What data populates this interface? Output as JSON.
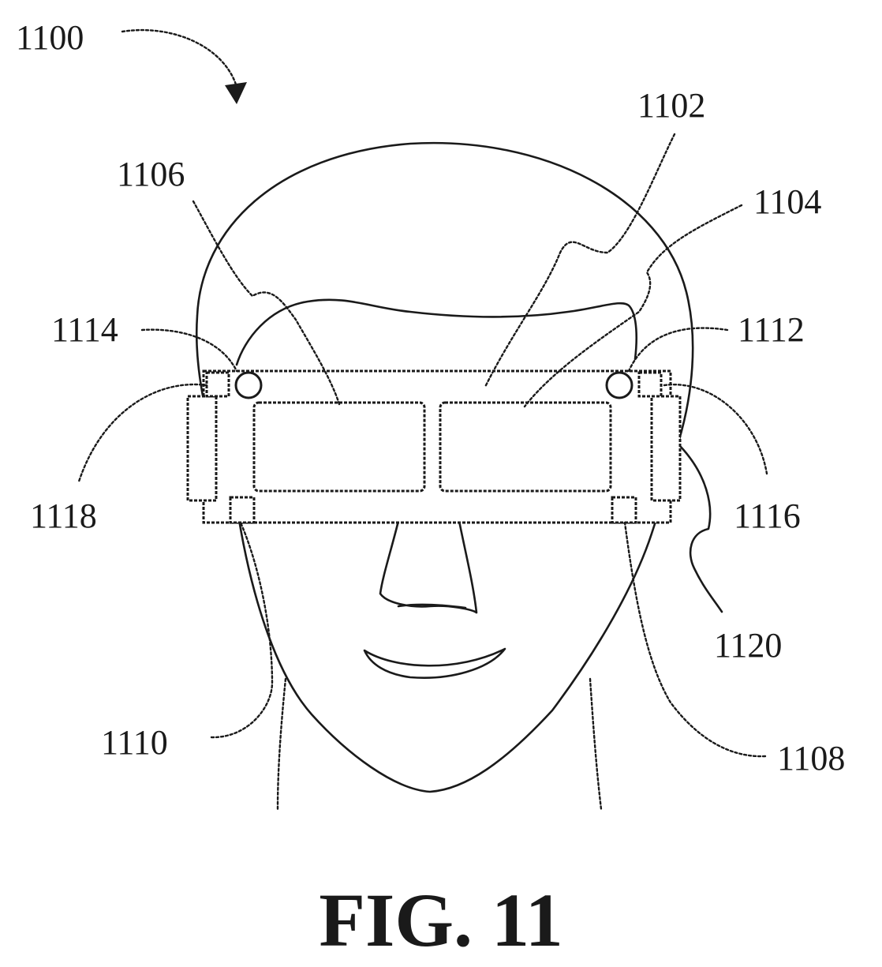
{
  "figure": {
    "caption": "FIG. 11",
    "labels": {
      "device": "1100",
      "display": "1102",
      "right_lens_ref": "1104",
      "left_lens_ref": "1106",
      "right_camera": "1112",
      "left_camera": "1114",
      "right_sensor": "1116",
      "left_sensor": "1118",
      "temple": "1120",
      "right_lower_sensor": "1108",
      "left_lower_sensor": "1110"
    }
  }
}
